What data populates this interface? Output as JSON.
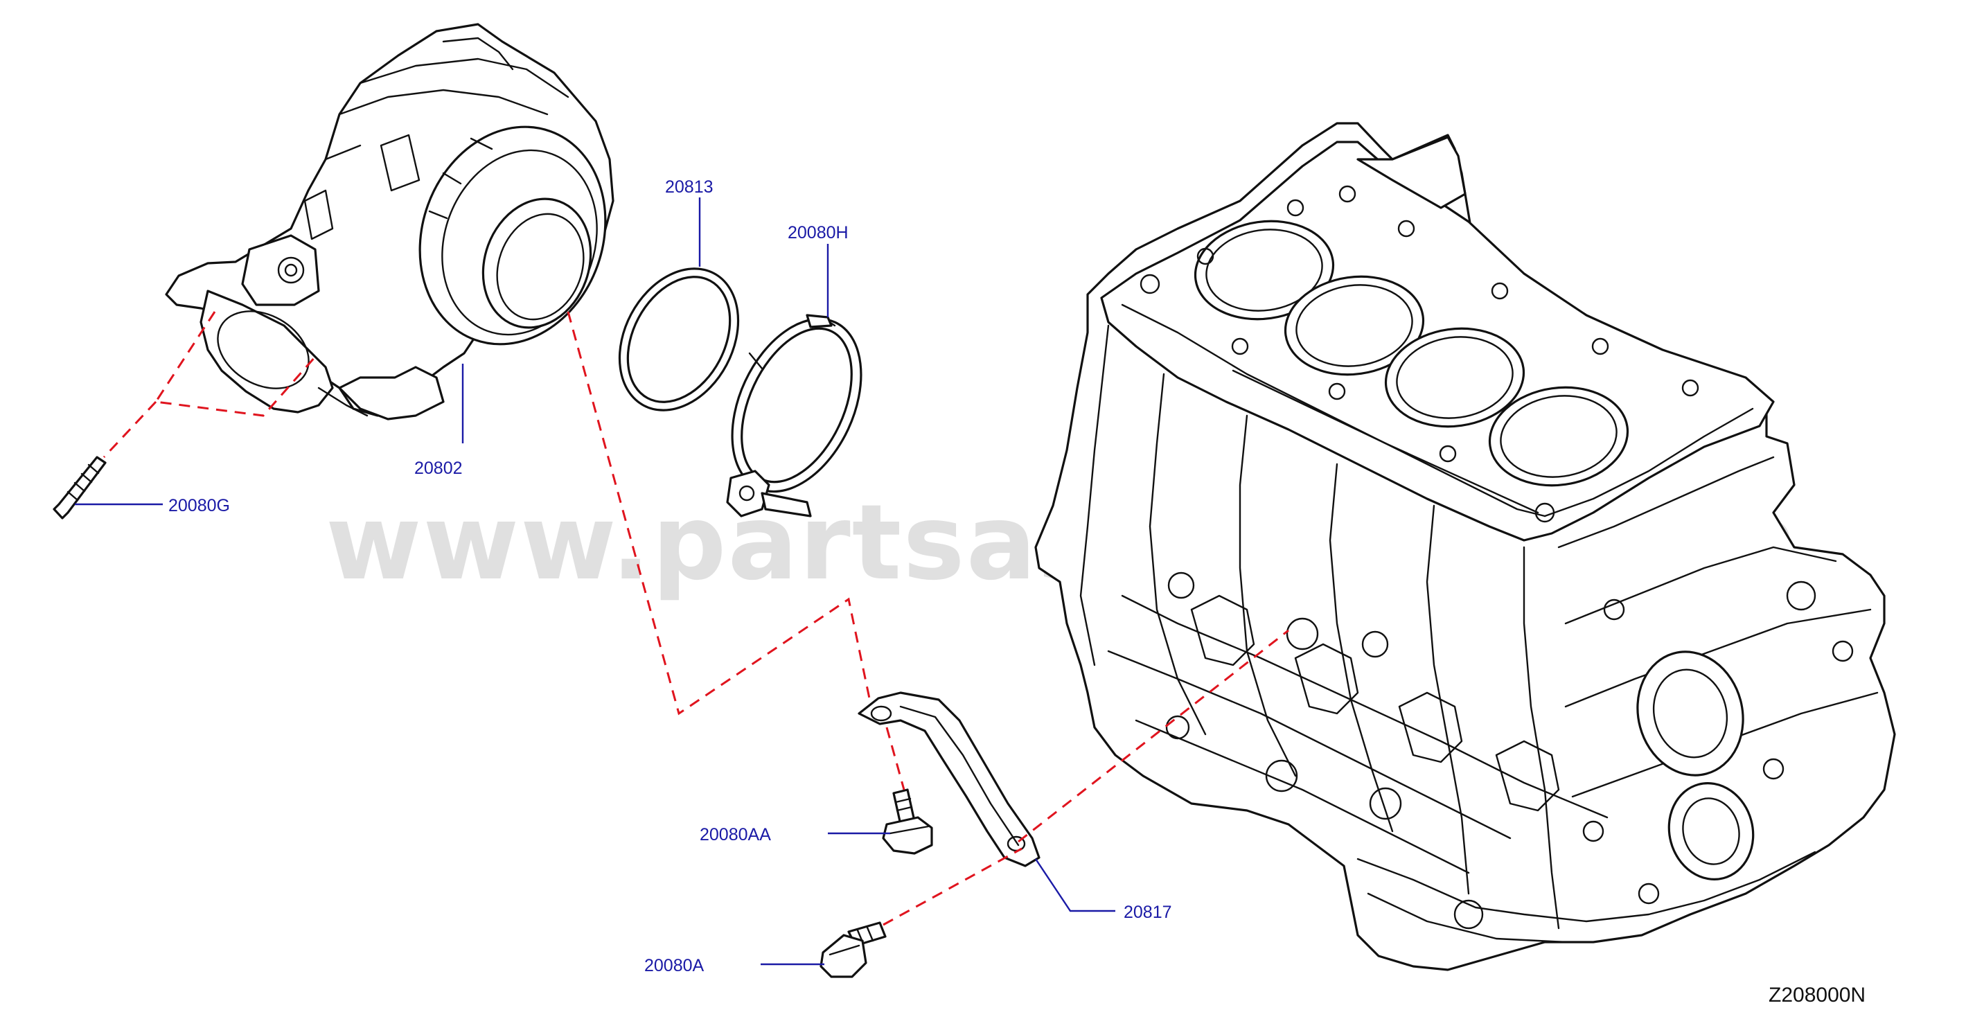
{
  "diagram": {
    "watermark": "www.partsassistant.com",
    "reference_code": "Z208000N",
    "parts": [
      {
        "id": "20813",
        "label": "20813"
      },
      {
        "id": "20080H",
        "label": "20080H"
      },
      {
        "id": "20802",
        "label": "20802"
      },
      {
        "id": "20080G",
        "label": "20080G"
      },
      {
        "id": "20080AA",
        "label": "20080AA"
      },
      {
        "id": "20817",
        "label": "20817"
      },
      {
        "id": "20080A",
        "label": "20080A"
      }
    ],
    "colors": {
      "callout_text": "#1a1aa6",
      "assembly_dash": "#e0141e",
      "line_art": "#111111",
      "watermark": "#d6d6d6"
    }
  }
}
